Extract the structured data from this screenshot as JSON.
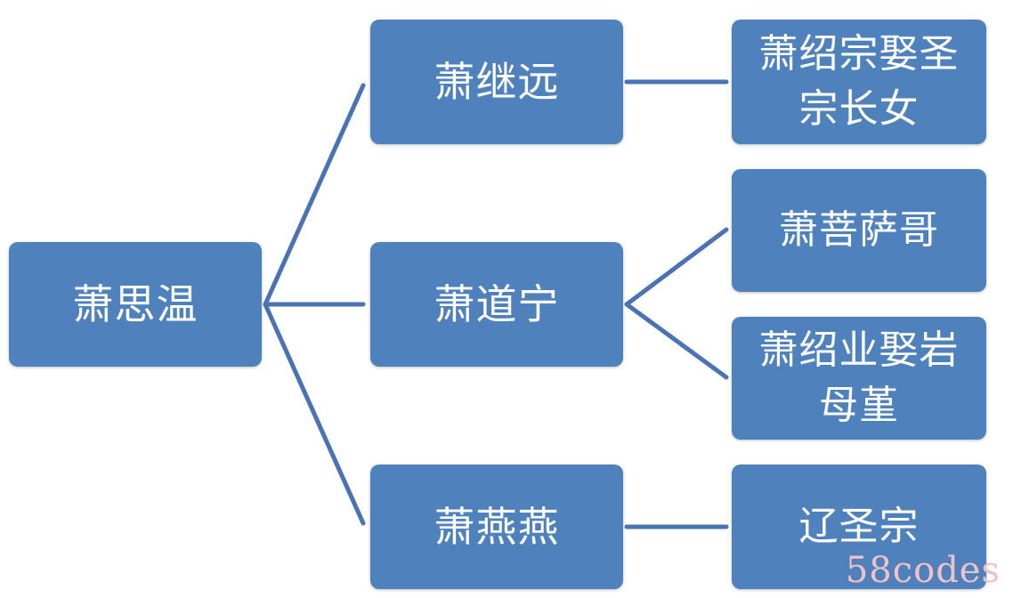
{
  "diagram": {
    "root": {
      "label": "萧思温"
    },
    "children": [
      {
        "label": "萧继远"
      },
      {
        "label": "萧道宁"
      },
      {
        "label": "萧燕燕"
      }
    ],
    "grandchildren": [
      {
        "label": "萧绍宗娶圣\n宗长女"
      },
      {
        "label": "萧菩萨哥"
      },
      {
        "label": "萧绍业娶岩\n母堇"
      },
      {
        "label": "辽圣宗"
      }
    ]
  },
  "watermark": {
    "text": "58codes"
  },
  "colors": {
    "node_fill": "#4f81bd",
    "connector": "#4a73b4",
    "node_text": "#ffffff"
  }
}
